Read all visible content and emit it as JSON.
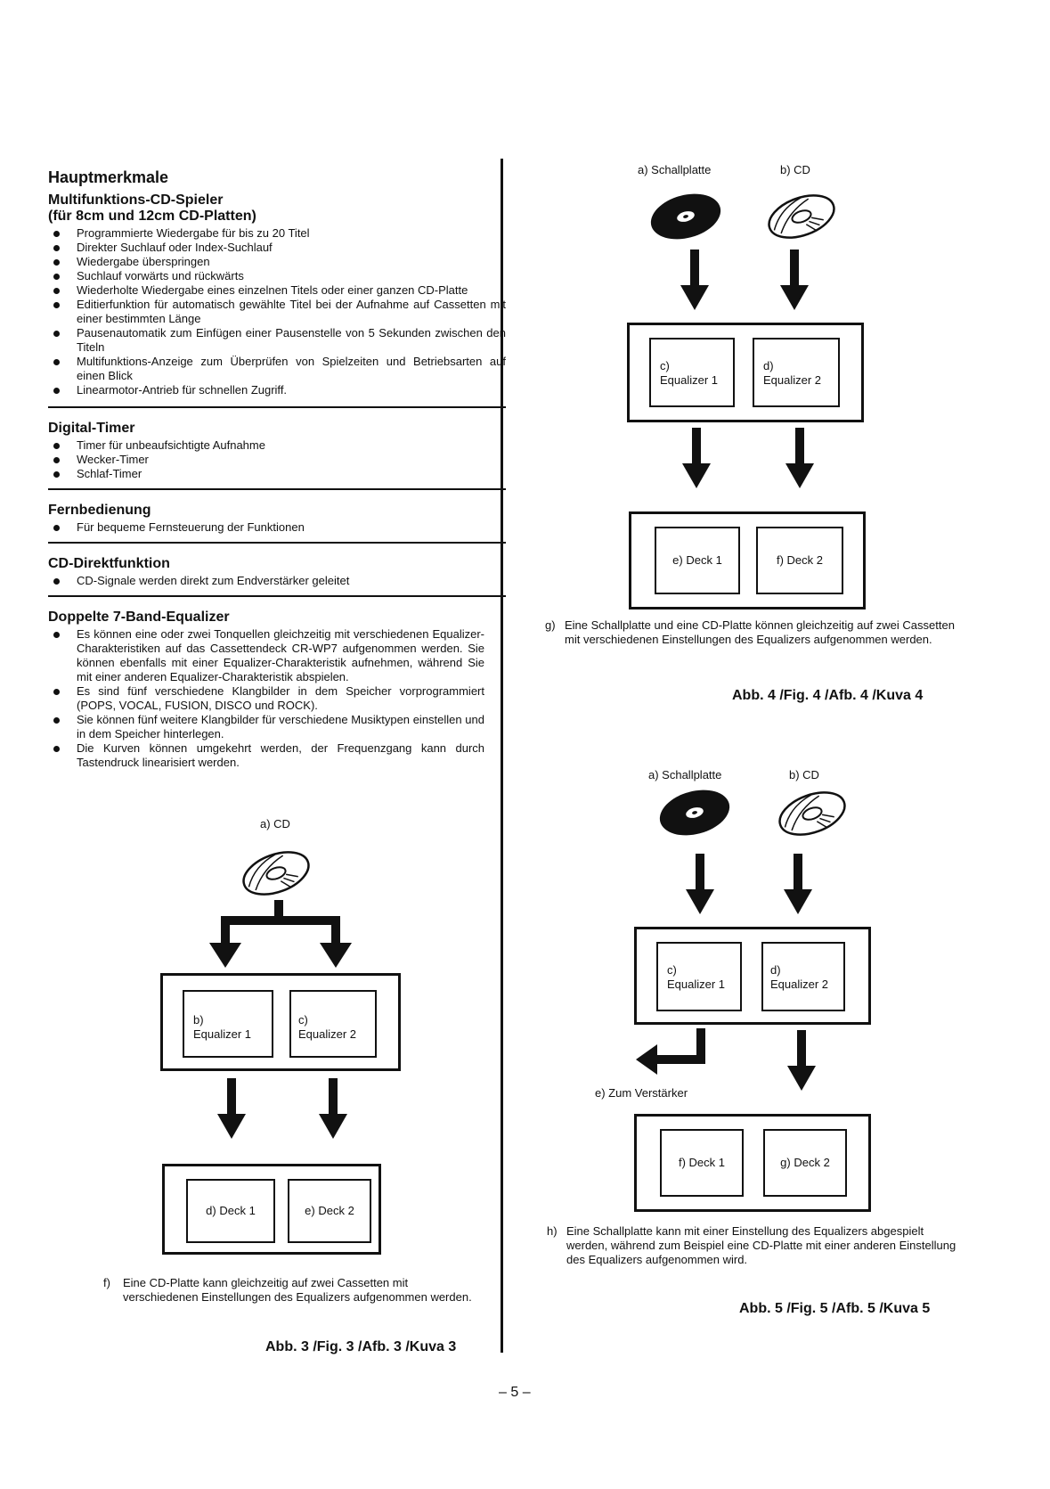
{
  "left": {
    "heading": "Hauptmerkmale",
    "s1": {
      "title1": "Multifunktions-CD-Spieler",
      "title2": "(für 8cm und 12cm CD-Platten)",
      "items": [
        "Programmierte Wiedergabe für bis zu 20 Titel",
        "Direkter Suchlauf oder Index-Suchlauf",
        "Wiedergabe überspringen",
        "Suchlauf vorwärts und rückwärts",
        "Wiederholte Wiedergabe eines einzelnen Titels oder einer ganzen CD-Platte",
        "Editierfunktion für automatisch gewählte Titel bei der Aufnahme auf Cassetten mit einer bestimmten Länge",
        "Pausenautomatik zum Einfügen einer Pausenstelle von 5 Sekunden zwischen den Titeln",
        "Multifunktions-Anzeige zum Überprüfen von Spielzeiten und Betriebsarten auf einen Blick",
        "Linearmotor-Antrieb für schnellen Zugriff."
      ]
    },
    "s2": {
      "title": "Digital-Timer",
      "items": [
        "Timer für unbeaufsichtigte Aufnahme",
        "Wecker-Timer",
        "Schlaf-Timer"
      ]
    },
    "s3": {
      "title": "Fernbedienung",
      "items": [
        "Für bequeme Fernsteuerung der Funktionen"
      ]
    },
    "s4": {
      "title": "CD-Direktfunktion",
      "items": [
        "CD-Signale werden direkt zum Endverstärker geleitet"
      ]
    },
    "s5": {
      "title": "Doppelte 7-Band-Equalizer",
      "items": [
        "Es können eine oder zwei Tonquellen gleichzeitig mit verschiedenen Equalizer-Charakteristiken auf das Cassettendeck CR-WP7 aufgenommen werden. Sie können ebenfalls mit einer Equalizer-Charakteristik aufnehmen, während Sie mit einer anderen Equalizer-Charakteristik abspielen.",
        "Es sind fünf verschiedene Klangbilder in dem Speicher vorprogrammiert (POPS, VOCAL, FUSION, DISCO und ROCK).",
        "Sie können fünf weitere Klangbilder für verschiedene Musiktypen einstellen und in dem Speicher hinterlegen.",
        "Die Kurven können umgekehrt werden, der Frequenzgang kann durch Tastendruck linearisiert werden."
      ]
    }
  },
  "fig3": {
    "a": "a) CD",
    "b1": "b)",
    "b2": "Equalizer 1",
    "c1": "c)",
    "c2": "Equalizer 2",
    "d": "d)  Deck 1",
    "e": "e)  Deck 2",
    "f_key": "f)",
    "f_text": "Eine CD-Platte kann gleichzeitig auf zwei Cassetten mit verschiedenen Einstellungen des Equalizers aufgenommen werden.",
    "caption": "Abb.  3 /Fig.  3 /Afb.  3 /Kuva 3"
  },
  "fig4": {
    "a": "a) Schallplatte",
    "b": "b) CD",
    "c1": "c)",
    "c2": "Equalizer 1",
    "d1": "d)",
    "d2": "Equalizer 2",
    "e": "e)  Deck 1",
    "f": "f)  Deck 2",
    "g_key": "g)",
    "g_text": "Eine Schallplatte und eine CD-Platte können gleichzeitig auf zwei Cassetten mit verschiedenen Einstellungen des Equalizers aufgenommen werden.",
    "caption": "Abb.  4 /Fig.  4 /Afb.  4 /Kuva 4"
  },
  "fig5": {
    "a": "a) Schallplatte",
    "b": "b) CD",
    "c1": "c)",
    "c2": "Equalizer 1",
    "d1": "d)",
    "d2": "Equalizer 2",
    "e": "e)  Zum Verstärker",
    "f": "f)  Deck 1",
    "g": "g)  Deck 2",
    "h_key": "h)",
    "h_text": "Eine Schallplatte kann mit einer Einstellung des Equalizers abgespielt werden, während zum Beispiel eine CD-Platte mit einer anderen Einstellung des Equalizers aufgenommen wird.",
    "caption": "Abb.  5 /Fig.  5 /Afb.  5 /Kuva 5"
  },
  "page_number": "– 5 –"
}
